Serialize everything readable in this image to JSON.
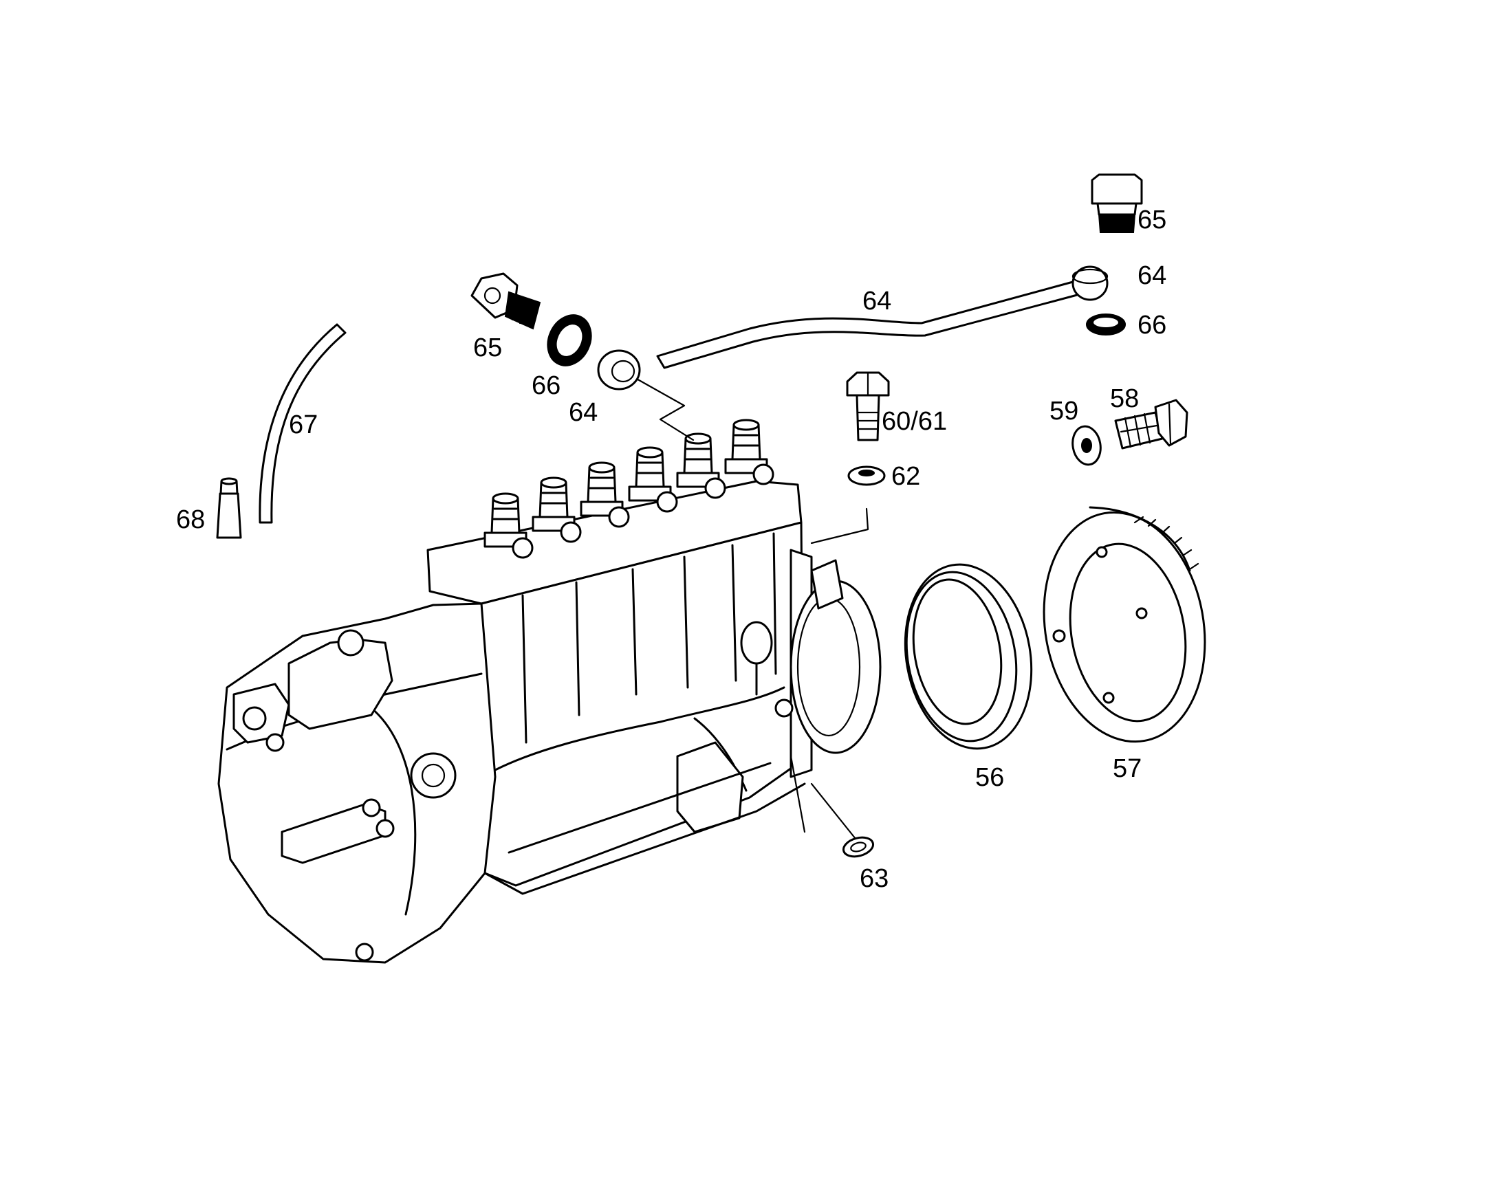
{
  "diagram": {
    "labels": {
      "p56": "56",
      "p57": "57",
      "p58": "58",
      "p59": "59",
      "p60_61": "60/61",
      "p62": "62",
      "p63": "63",
      "p64_line": "64",
      "p64_left": "64",
      "p64_right": "64",
      "p65_left": "65",
      "p65_right": "65",
      "p66_left": "66",
      "p66_right": "66",
      "p67": "67",
      "p68": "68"
    }
  }
}
